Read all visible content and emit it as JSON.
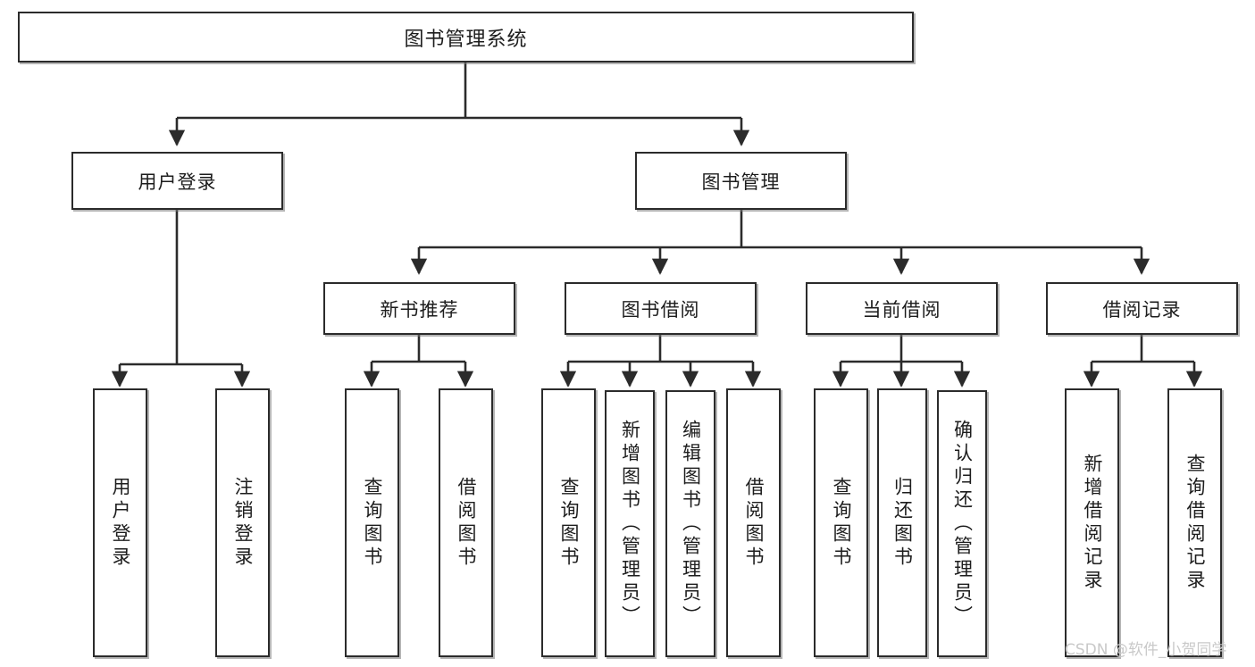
{
  "diagram": {
    "title": "图书管理系统",
    "type": "tree",
    "watermark": "CSDN @软件_小贺同学",
    "colors": {
      "box_border": "#2b2b2b",
      "box_fill": "#ffffff",
      "connector": "#2b2b2b",
      "watermark": "#c9c9c9",
      "background": "#ffffff"
    },
    "root": {
      "label": "图书管理系统"
    },
    "level1": [
      {
        "label": "用户登录"
      },
      {
        "label": "图书管理"
      }
    ],
    "level2": [
      {
        "label": "新书推荐"
      },
      {
        "label": "图书借阅"
      },
      {
        "label": "当前借阅"
      },
      {
        "label": "借阅记录"
      }
    ],
    "leaves": {
      "user_login": [
        {
          "label": "用户登录"
        },
        {
          "label": "注销登录"
        }
      ],
      "new_book_recommend": [
        {
          "label": "查询图书"
        },
        {
          "label": "借阅图书"
        }
      ],
      "book_borrow": [
        {
          "label": "查询图书"
        },
        {
          "label": "新增图书（管理员）"
        },
        {
          "label": "编辑图书（管理员）"
        },
        {
          "label": "借阅图书"
        }
      ],
      "current_borrow": [
        {
          "label": "查询图书"
        },
        {
          "label": "归还图书"
        },
        {
          "label": "确认归还（管理员）"
        }
      ],
      "borrow_record": [
        {
          "label": "新增借阅记录"
        },
        {
          "label": "查询借阅记录"
        }
      ]
    }
  }
}
